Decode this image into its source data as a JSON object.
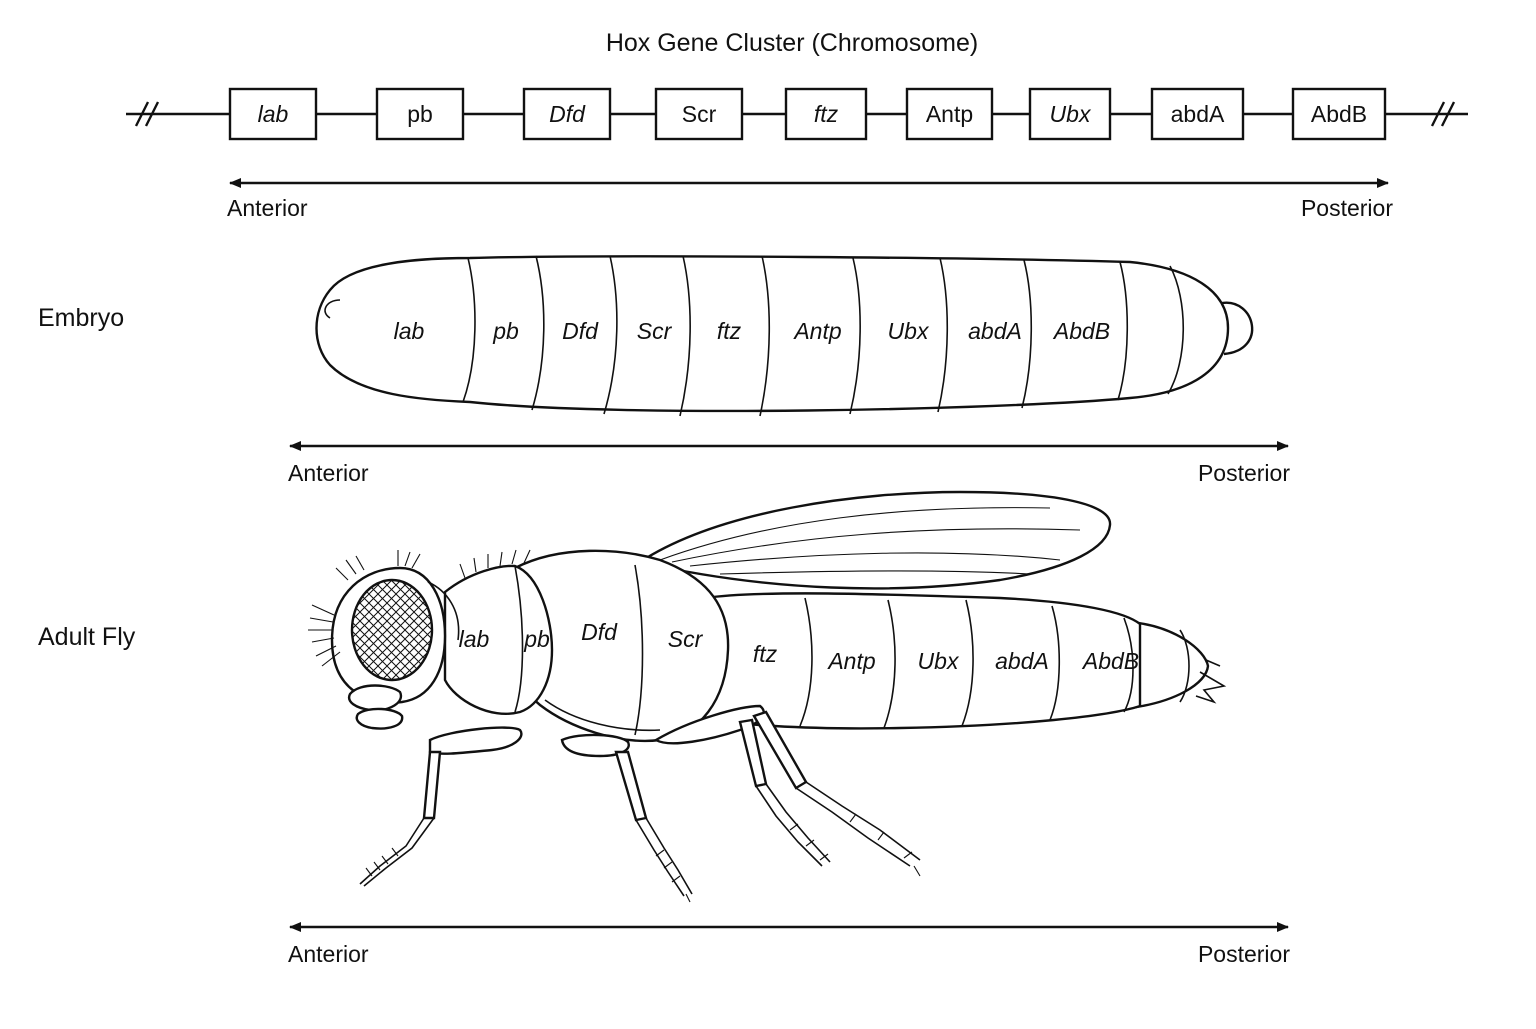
{
  "title": "Hox Gene Cluster (Chromosome)",
  "chromosome": {
    "genes": [
      {
        "label": "lab",
        "italic": true
      },
      {
        "label": "pb",
        "italic": false
      },
      {
        "label": "Dfd",
        "italic": true
      },
      {
        "label": "Scr",
        "italic": false
      },
      {
        "label": "ftz",
        "italic": true
      },
      {
        "label": "Antp",
        "italic": false
      },
      {
        "label": "Ubx",
        "italic": true
      },
      {
        "label": "abdA",
        "italic": false
      },
      {
        "label": "AbdB",
        "italic": false
      }
    ],
    "anterior": "Anterior",
    "posterior": "Posterior"
  },
  "embryo": {
    "label": "Embryo",
    "segments": [
      "lab",
      "pb",
      "Dfd",
      "Scr",
      "ftz",
      "Antp",
      "Ubx",
      "abdA",
      "AbdB"
    ],
    "anterior": "Anterior",
    "posterior": "Posterior"
  },
  "adult": {
    "label": "Adult Fly",
    "segments": [
      "lab",
      "pb",
      "Dfd",
      "Scr",
      "ftz",
      "Antp",
      "Ubx",
      "abdA",
      "AbdB"
    ],
    "anterior": "Anterior",
    "posterior": "Posterior"
  }
}
